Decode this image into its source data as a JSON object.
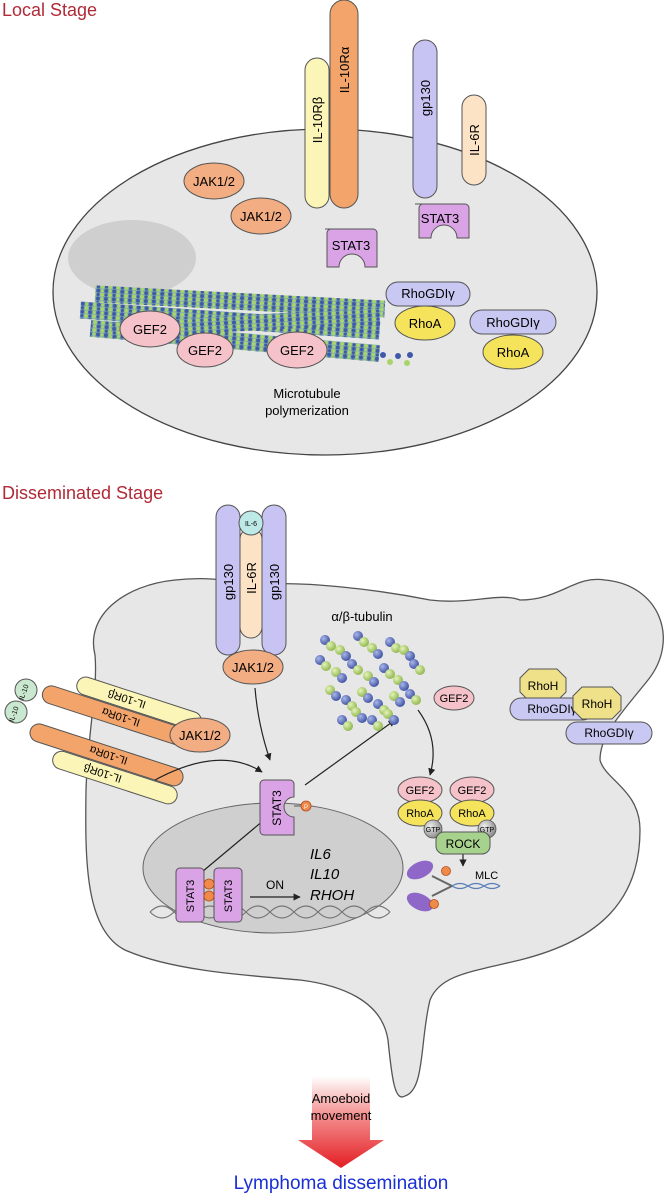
{
  "local": {
    "title": "Local Stage",
    "il10rb": "IL-10Rβ",
    "il10ra": "IL-10Rα",
    "gp130": "gp130",
    "il6r": "IL-6R",
    "jak_a": "JAK1/2",
    "jak_b": "JAK1/2",
    "stat3_a": "STAT3",
    "stat3_b": "STAT3",
    "rhogdi_a": "RhoGDIγ",
    "rhoa_a": "RhoA",
    "rhogdi_b": "RhoGDIγ",
    "rhoa_b": "RhoA",
    "gef_a": "GEF2",
    "gef_b": "GEF2",
    "gef_c": "GEF2",
    "mt_line1": "Microtubule",
    "mt_line2": "polymerization"
  },
  "disseminated": {
    "title": "Disseminated Stage",
    "il6": "IL-6",
    "gp130_a": "gp130",
    "il6r": "IL-6R",
    "gp130_b": "gp130",
    "jak_top": "JAK1/2",
    "jak_left": "JAK1/2",
    "il10_a": "IL-10",
    "il10_b": "IL-10",
    "il10ra_a": "IL-10Rα",
    "il10rb_a": "IL-10Rβ",
    "il10ra_b": "IL-10Rα",
    "il10rb_b": "IL-10Rβ",
    "tubulin": "α/β-tubulin",
    "gef_free": "GEF2",
    "stat3_p": "STAT3",
    "p": "P",
    "gef_1": "GEF2",
    "gef_2": "GEF2",
    "rhoa_1": "RhoA",
    "rhoa_2": "RhoA",
    "gtp": "GTP",
    "rock": "ROCK",
    "mlc": "MLC",
    "rhoh_a": "RhoH",
    "rhoh_b": "RhoH",
    "rhogdi_1": "RhoGDIγ",
    "rhogdi_2": "RhoGDIγ",
    "stat3_n1": "STAT3",
    "stat3_n2": "STAT3",
    "on": "ON",
    "gene1": "IL6",
    "gene2": "IL10",
    "gene3": "RHOH"
  },
  "bottom": {
    "arrow_line1": "Amoeboid",
    "arrow_line2": "movement",
    "result": "Lymphoma dissemination"
  },
  "colors": {
    "section_title": "#b02a37",
    "result_text": "#1a2fd6",
    "cell": "#e7e7e7",
    "nucleus": "#cfcfcf",
    "jak": "#f3ad83",
    "stat3": "#d9a3e6",
    "gef": "#f4c2c8",
    "rhoa": "#f5e35c",
    "rhogdi": "#c9c8f3",
    "rhoh": "#efe08a",
    "rock": "#a6d28e",
    "gp130": "#c7c3f2",
    "il6r": "#fde3c6",
    "il10ra": "#f2a46a",
    "il10rb": "#fbf6b8",
    "arrow": "#e53935"
  }
}
